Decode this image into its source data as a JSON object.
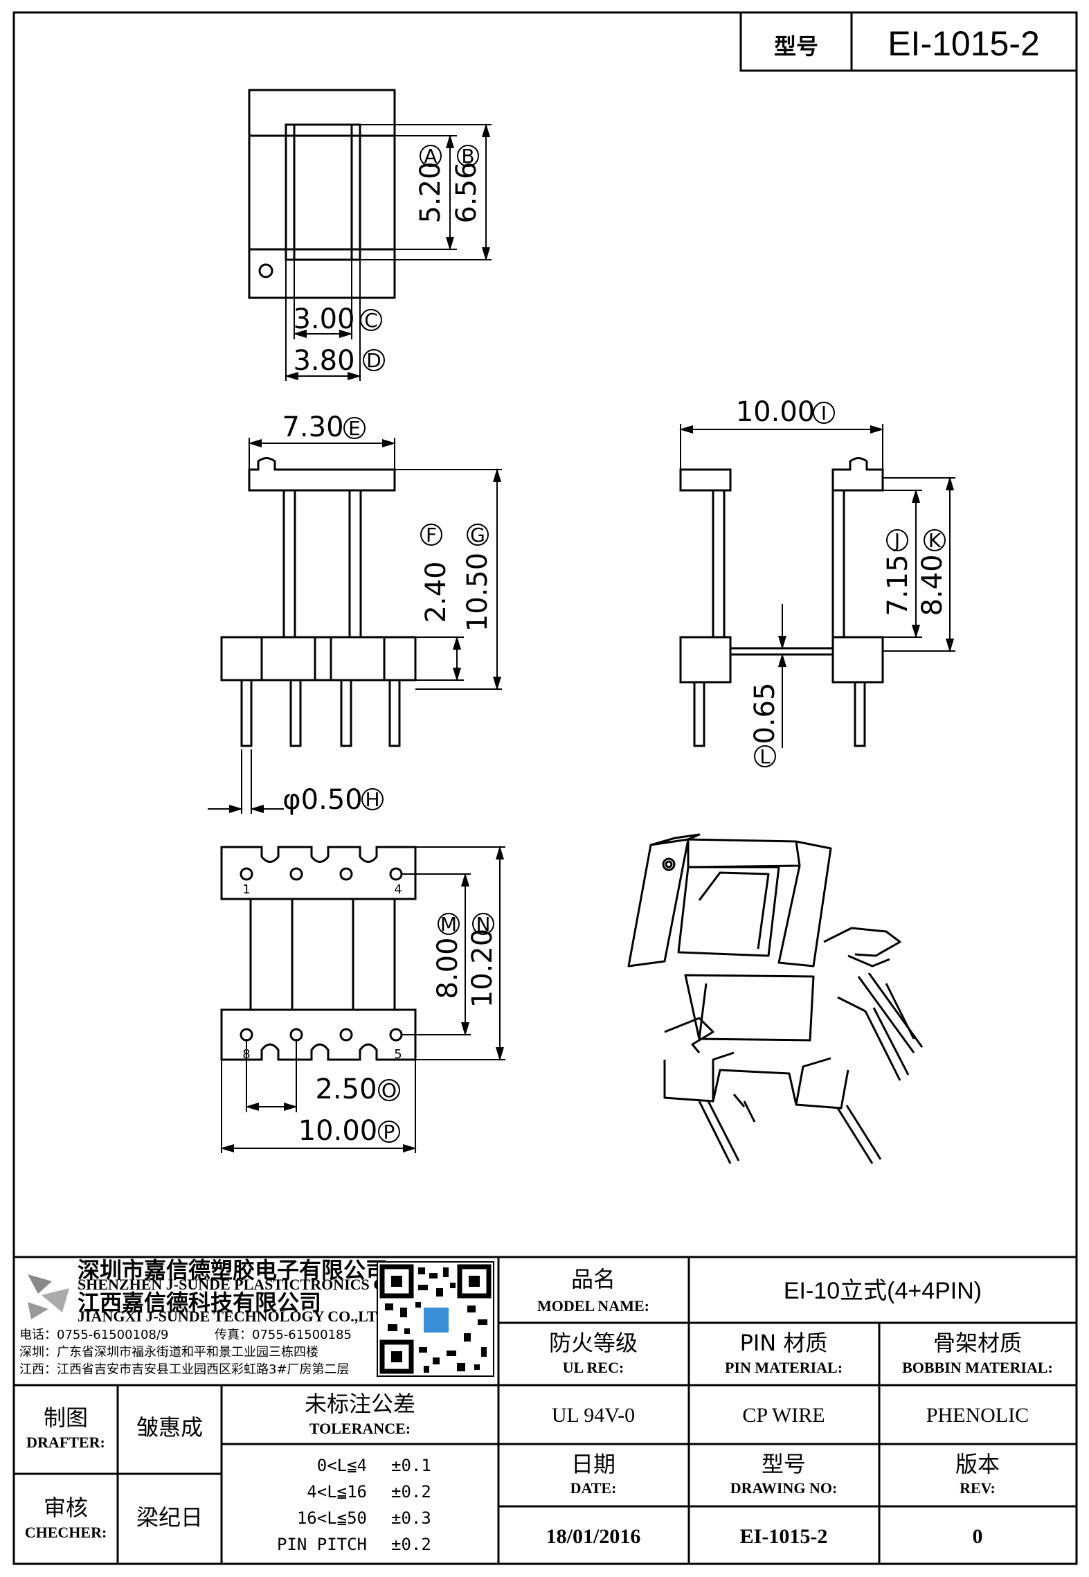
{
  "header": {
    "model_label": "型号",
    "model_value": "EI-1015-2"
  },
  "dimensions": {
    "A": {
      "value": "5.20",
      "letter": "A"
    },
    "B": {
      "value": "6.56",
      "letter": "B"
    },
    "C": {
      "value": "3.00",
      "letter": "C"
    },
    "D": {
      "value": "3.80",
      "letter": "D"
    },
    "E": {
      "value": "7.30",
      "letter": "E"
    },
    "F": {
      "value": "2.40",
      "letter": "F"
    },
    "G": {
      "value": "10.50",
      "letter": "G"
    },
    "H": {
      "value": "φ0.50",
      "letter": "H"
    },
    "I": {
      "value": "10.00",
      "letter": "I"
    },
    "J": {
      "value": "7.15",
      "letter": "J"
    },
    "K": {
      "value": "8.40",
      "letter": "K"
    },
    "L": {
      "value": "0.65",
      "letter": "L"
    },
    "M": {
      "value": "8.00",
      "letter": "M"
    },
    "N": {
      "value": "10.20",
      "letter": "N"
    },
    "O": {
      "value": "2.50",
      "letter": "O"
    },
    "P": {
      "value": "10.00",
      "letter": "P"
    }
  },
  "pins": {
    "p1": "1",
    "p4": "4",
    "p8": "8",
    "p5": "5"
  },
  "company": {
    "name_cn_1": "深圳市嘉信德塑胶电子有限公司",
    "name_en_1": "SHENZHEN J-SUNDE PLASTICTRONICS CO.,LTD",
    "name_cn_2": "江西嘉信德科技有限公司",
    "name_en_2": "JIANGXI J-SUNDE TECHNOLOGY CO.,LTD",
    "phone": "电话：0755-61500108/9",
    "fax": "传真：0755-61500185",
    "addr_sz": "深圳：广东省深圳市福永街道和平和景工业园三栋四楼",
    "addr_jx": "江西：江西省吉安市吉安县工业园西区彩虹路3#厂房第二层"
  },
  "title_block": {
    "model_name_cn": "品名",
    "model_name_en": "MODEL NAME:",
    "model_name_value": "EI-10立式(4+4PIN)",
    "ul_cn": "防火等级",
    "ul_en": "UL REC:",
    "pin_mat_cn": "PIN 材质",
    "pin_mat_en": "PIN MATERIAL:",
    "bobbin_cn": "骨架材质",
    "bobbin_en": "BOBBIN MATERIAL:",
    "ul_value": "UL 94V-0",
    "pin_value": "CP WIRE",
    "bobbin_value": "PHENOLIC",
    "date_cn": "日期",
    "date_en": "DATE:",
    "dwg_cn": "型号",
    "dwg_en": "DRAWING NO:",
    "rev_cn": "版本",
    "rev_en": "REV:",
    "date_value": "18/01/2016",
    "dwg_value": "EI-1015-2",
    "rev_value": "0",
    "drafter_cn": "制图",
    "drafter_en": "DRAFTER:",
    "drafter_name": "皱惠成",
    "checker_cn": "审核",
    "checker_en": "CHECHER:",
    "checker_name": "梁纪日",
    "tol_cn": "未标注公差",
    "tol_en": "TOLERANCE:",
    "tolerances": [
      {
        "range": "0<L≦4",
        "value": "±0.1"
      },
      {
        "range": "4<L≦16",
        "value": "±0.2"
      },
      {
        "range": "16<L≦50",
        "value": "±0.3"
      },
      {
        "range": "PIN PITCH",
        "value": "±0.2"
      }
    ]
  }
}
